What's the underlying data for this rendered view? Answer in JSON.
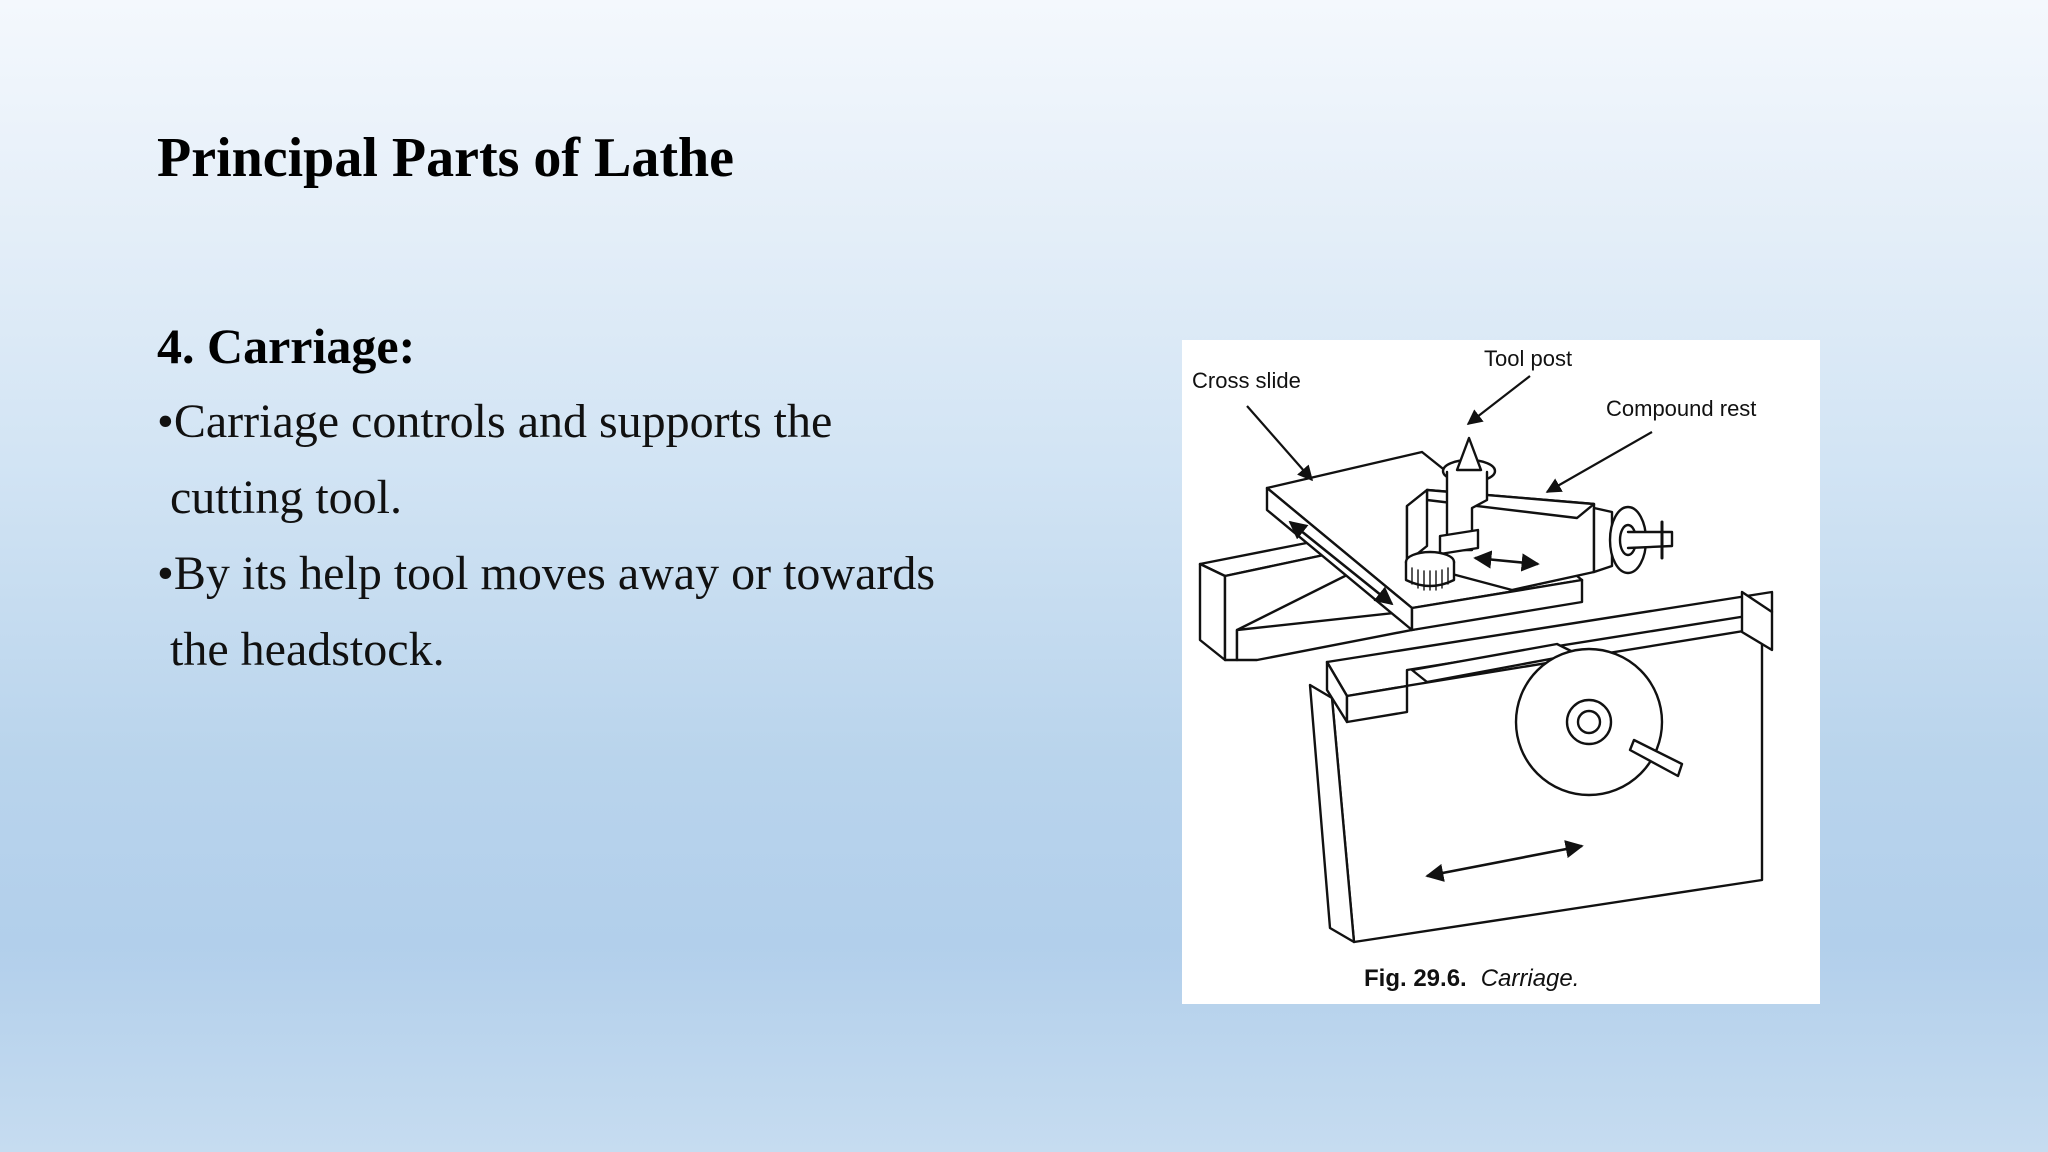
{
  "slide": {
    "title": "Principal Parts of Lathe"
  },
  "section": {
    "heading": "4. Carriage:",
    "bullets": [
      {
        "bullet": "•",
        "line1": "Carriage controls and supports the",
        "line2": "cutting tool."
      },
      {
        "bullet": "•",
        "line1": "By its help tool moves away or towards",
        "line2": "the headstock."
      }
    ]
  },
  "figure": {
    "labels": {
      "cross_slide": "Cross slide",
      "tool_post": "Tool post",
      "compound_rest": "Compound rest"
    },
    "caption_number": "Fig. 29.6.",
    "caption_title": "Carriage."
  }
}
